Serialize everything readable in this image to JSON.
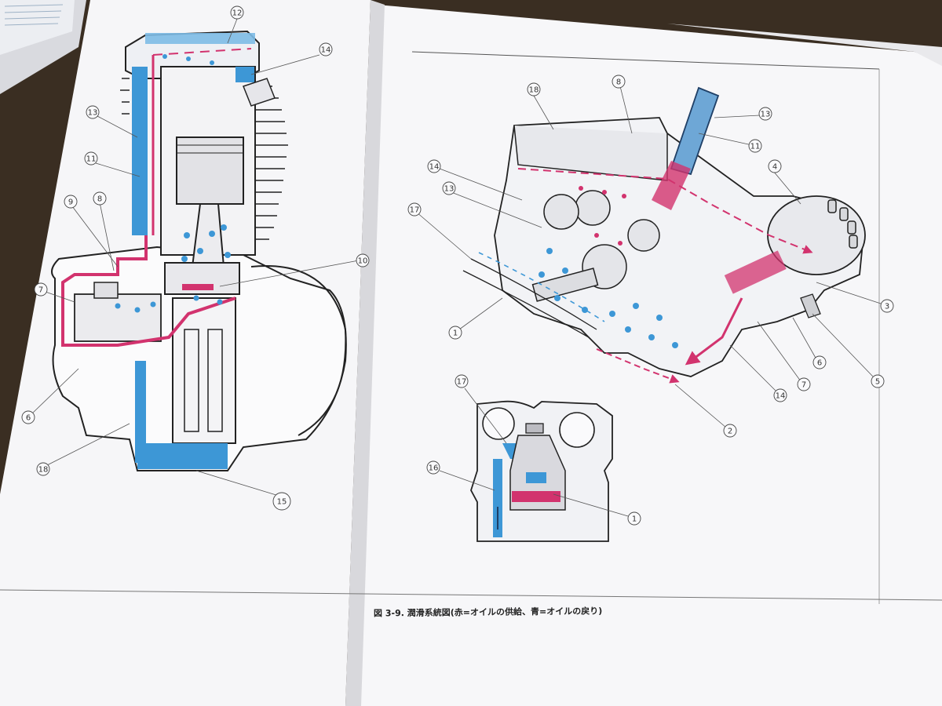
{
  "figure": {
    "caption": "図 3-9. 潤滑系統図(赤=オイルの供給、青=オイルの戻り)",
    "colors": {
      "supply": "#d2336e",
      "return": "#3d97d6",
      "paper": "#f7f7f9",
      "line": "#222222"
    }
  },
  "diagrams": {
    "left_engine": {
      "callouts": [
        {
          "id": "l12",
          "label": "12"
        },
        {
          "id": "l14",
          "label": "14"
        },
        {
          "id": "l13",
          "label": "13"
        },
        {
          "id": "l11",
          "label": "11"
        },
        {
          "id": "l9",
          "label": "9"
        },
        {
          "id": "l8",
          "label": "8"
        },
        {
          "id": "l7",
          "label": "7"
        },
        {
          "id": "l10",
          "label": "10"
        },
        {
          "id": "l6",
          "label": "6"
        },
        {
          "id": "l18",
          "label": "18"
        },
        {
          "id": "l15",
          "label": "15"
        }
      ]
    },
    "right_engine": {
      "callouts": [
        {
          "id": "r18",
          "label": "18"
        },
        {
          "id": "r8",
          "label": "8"
        },
        {
          "id": "r13a",
          "label": "13"
        },
        {
          "id": "r11",
          "label": "11"
        },
        {
          "id": "r14a",
          "label": "14"
        },
        {
          "id": "r13b",
          "label": "13"
        },
        {
          "id": "r17",
          "label": "17"
        },
        {
          "id": "r4",
          "label": "4"
        },
        {
          "id": "r1",
          "label": "1"
        },
        {
          "id": "r3",
          "label": "3"
        },
        {
          "id": "r6",
          "label": "6"
        },
        {
          "id": "r5",
          "label": "5"
        },
        {
          "id": "r7",
          "label": "7"
        },
        {
          "id": "r14b",
          "label": "14"
        },
        {
          "id": "r2",
          "label": "2"
        }
      ]
    },
    "detail": {
      "callouts": [
        {
          "id": "d17",
          "label": "17"
        },
        {
          "id": "d16",
          "label": "16"
        },
        {
          "id": "d1",
          "label": "1"
        }
      ]
    }
  }
}
